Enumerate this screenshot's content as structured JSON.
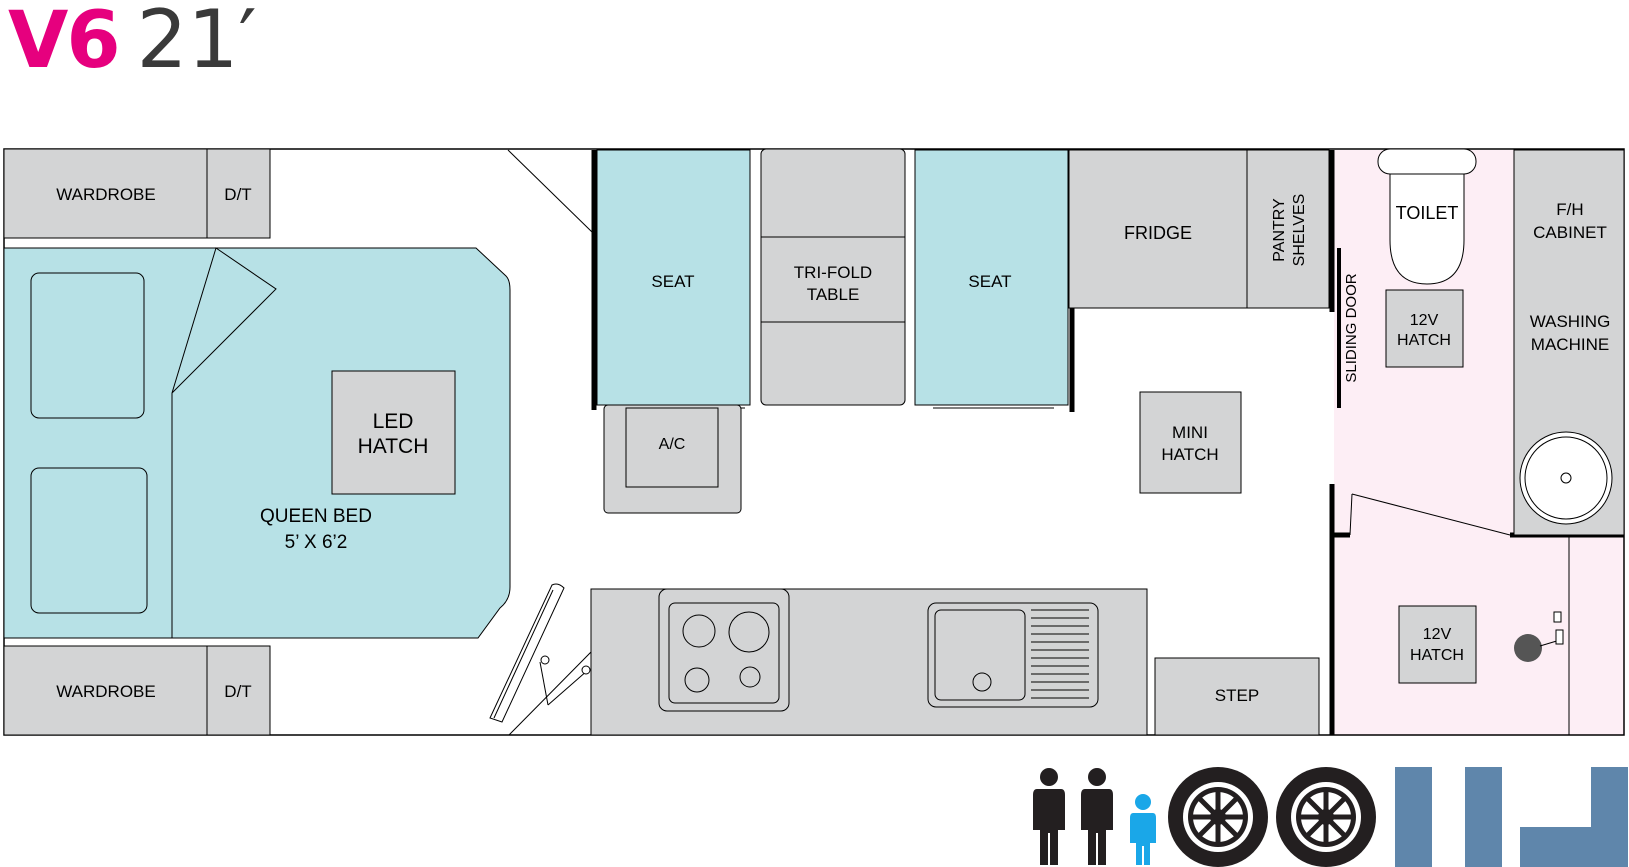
{
  "title": {
    "model": "V6",
    "size": "21′",
    "model_color": "#e6007e"
  },
  "colors": {
    "bed": "#b7e1e6",
    "furniture": "#d3d4d5",
    "bathroom": "#fdeef5",
    "wall": "#000000",
    "icon_blue": "#5f86ab",
    "child": "#1aa7e8",
    "person": "#231f20"
  },
  "rooms": {
    "wardrobe_top": "WARDROBE",
    "dt_top": "D/T",
    "wardrobe_bottom": "WARDROBE",
    "dt_bottom": "D/T",
    "queen_bed": "QUEEN BED",
    "queen_bed_size": "5’ X 6’2",
    "led_hatch_1": "LED",
    "led_hatch_2": "HATCH",
    "seat_left": "SEAT",
    "seat_right": "SEAT",
    "table_1": "TRI-FOLD",
    "table_2": "TABLE",
    "ac": "A/C",
    "fridge": "FRIDGE",
    "pantry_1": "PANTRY",
    "pantry_2": "SHELVES",
    "sliding_door": "SLIDING DOOR",
    "toilet": "TOILET",
    "hatch12v_top_1": "12V",
    "hatch12v_top_2": "HATCH",
    "fh_cabinet_1": "F/H",
    "fh_cabinet_2": "CABINET",
    "washing_1": "WASHING",
    "washing_2": "MACHINE",
    "mini_hatch_1": "MINI",
    "mini_hatch_2": "HATCH",
    "step": "STEP",
    "hatch12v_bottom_1": "12V",
    "hatch12v_bottom_2": "HATCH"
  },
  "legend_icons": [
    "adult-icon",
    "adult-icon",
    "child-icon",
    "wheel-icon",
    "wheel-icon",
    "single-bed-icon",
    "single-bed-icon",
    "l-shape-lounge-icon"
  ]
}
